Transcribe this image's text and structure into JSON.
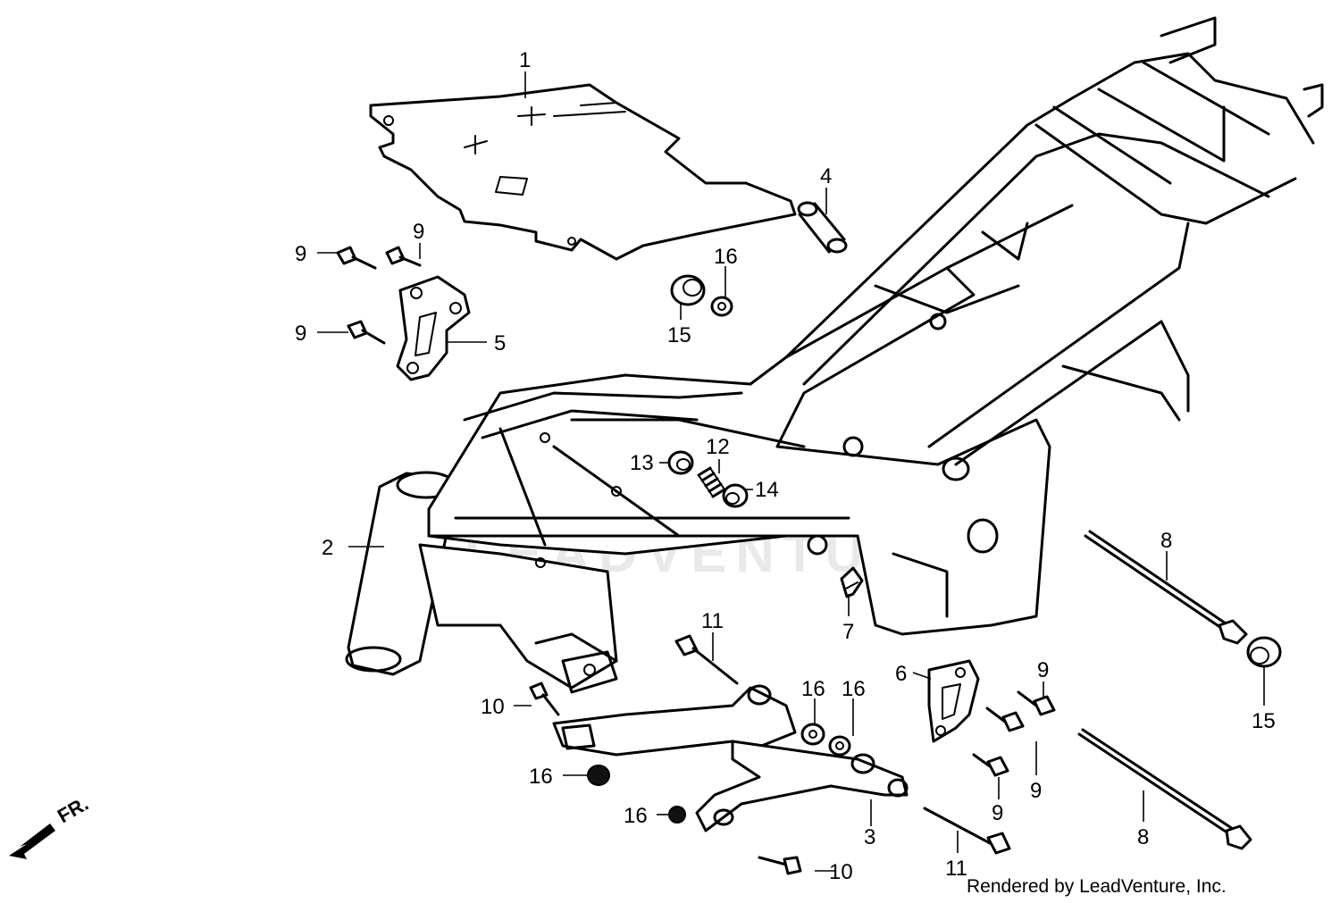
{
  "diagram": {
    "watermark_text": "LEADVENTURE",
    "credit": "Rendered by LeadVenture, Inc.",
    "direction_label": "FR.",
    "callouts": {
      "frame_cover": "1",
      "frame_body": "2",
      "engine_hanger_lower": "3",
      "collar": "4",
      "engine_hanger_right_upper": "5",
      "engine_hanger_left": "6",
      "clip": "7",
      "engine_hanger_bolt_a": "8",
      "engine_hanger_bolt_b": "8",
      "flange_bolt_a": "9",
      "flange_bolt_b": "9",
      "flange_bolt_c": "9",
      "flange_bolt_d": "9",
      "flange_bolt_e": "9",
      "flange_bolt_f": "9",
      "flange_bolt_lower_a": "10",
      "flange_bolt_lower_b": "10",
      "flange_bolt_long_a": "11",
      "flange_bolt_long_b": "11",
      "spring": "12",
      "adjusting_bolt": "13",
      "lock_nut": "14",
      "cap_a": "15",
      "cap_b": "15",
      "nut_a": "16",
      "nut_b": "16",
      "nut_c": "16",
      "nut_d": "16",
      "nut_e": "16"
    }
  }
}
